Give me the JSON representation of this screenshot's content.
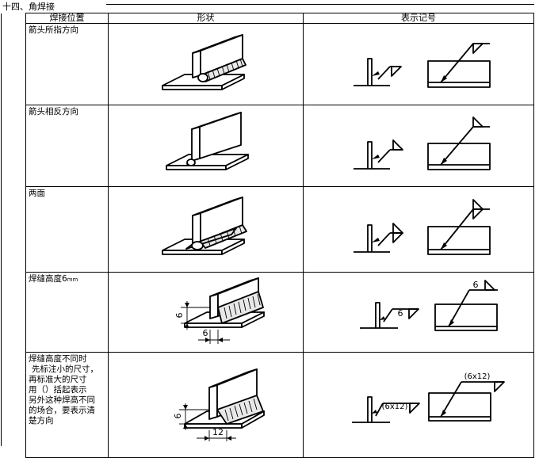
{
  "section": {
    "title": "十四、角焊接"
  },
  "header": {
    "col_position": "焊接位置",
    "col_shape": "形状",
    "col_symbol": "表示记号"
  },
  "rows": [
    {
      "position_lines": [
        "箭头所指方向"
      ]
    },
    {
      "position_lines": [
        "箭头相反方向"
      ]
    },
    {
      "position_lines": [
        "两面"
      ]
    },
    {
      "position_lines": [
        "焊缝高度6"
      ],
      "position_unit": "mm",
      "shape_dim_height": "6",
      "shape_dim_leg": "6",
      "symbol_size": "6"
    },
    {
      "position_lines": [
        "焊缝高度不同时",
        "先标注小的尺寸，",
        "再标准大的尺寸",
        "用（）括起表示",
        "另外这种焊高不同",
        "的场合，要表示清",
        "楚方向"
      ],
      "shape_dim_height": "6",
      "shape_dim_leg": "12",
      "symbol_size": "(6x12)"
    }
  ]
}
